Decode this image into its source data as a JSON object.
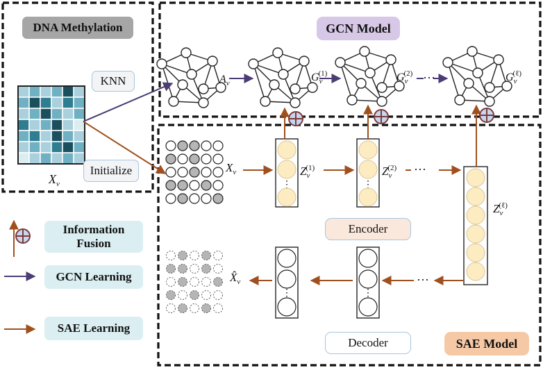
{
  "labels": {
    "dna_methylation": "DNA Methylation",
    "gcn_model": "GCN Model",
    "knn": "KNN",
    "initialize": "Initialize",
    "encoder": "Encoder",
    "decoder": "Decoder",
    "sae_model": "SAE Model"
  },
  "legend": {
    "fusion": "Information Fusion",
    "gcn_learning": "GCN Learning",
    "sae_learning": "SAE Learning"
  },
  "math": {
    "x_base": "X",
    "sub_v": "v",
    "a_base": "A",
    "g_base": "G",
    "z_base": "Z",
    "xhat_base": "X̂",
    "sup_1": "(1)",
    "sup_2": "(2)",
    "sup_l": "(ℓ)",
    "ellipsis": "···"
  },
  "colors": {
    "gcn_arrow": "#4b3c74",
    "sae_arrow": "#a0501e",
    "dna_pill": "#a6a6a6",
    "gcn_pill": "#d6c8e6",
    "sae_pill": "#f6c9a6",
    "encoder_pill": "#fbe8dd",
    "teal_pill": "#dbeff2",
    "neuron_fill": "#fdebc2",
    "fusion_fill": "#c8d6ee",
    "fusion_stroke": "#7a3a3a"
  }
}
